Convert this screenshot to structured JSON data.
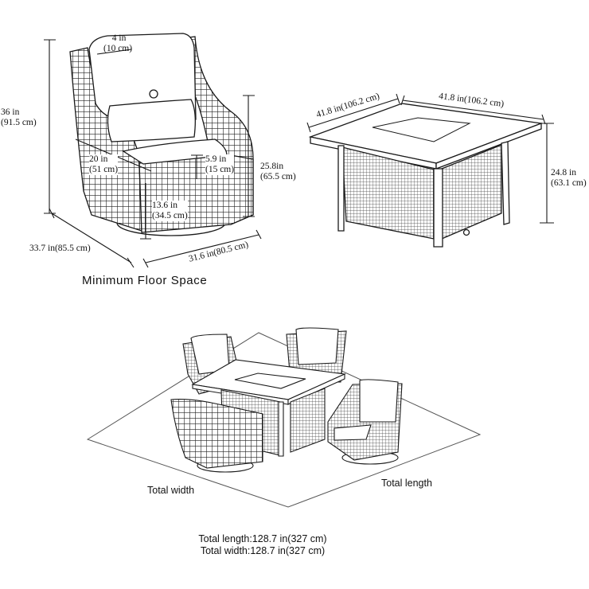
{
  "chair": {
    "height": {
      "in": "36 in",
      "cm": "(91.5 cm)"
    },
    "cushion_thickness": {
      "in": "4 in",
      "cm": "(10 cm)"
    },
    "seat_depth": {
      "in": "20 in",
      "cm": "(51 cm)"
    },
    "arm_height_above_seat": {
      "in": "5.9 in",
      "cm": "(15 cm)"
    },
    "seat_height": {
      "in": "13.6 in",
      "cm": "(34.5 cm)"
    },
    "arm_height": {
      "in": "25.8in",
      "cm": "(65.5 cm)"
    },
    "depth": "33.7 in(85.5 cm)",
    "width": "31.6 in(80.5 cm)",
    "caption": "Minimum Floor Space"
  },
  "table": {
    "side_a": "41.8 in(106.2 cm)",
    "side_b": "41.8 in(106.2 cm)",
    "height": {
      "in": "24.8 in",
      "cm": "(63.1 cm)"
    }
  },
  "set": {
    "width_label": "Total width",
    "length_label": "Total length",
    "total_length": "Total length:128.7 in(327 cm)",
    "total_width": "Total width:128.7 in(327 cm)"
  },
  "colors": {
    "line": "#1a1a1a",
    "background": "#ffffff"
  }
}
